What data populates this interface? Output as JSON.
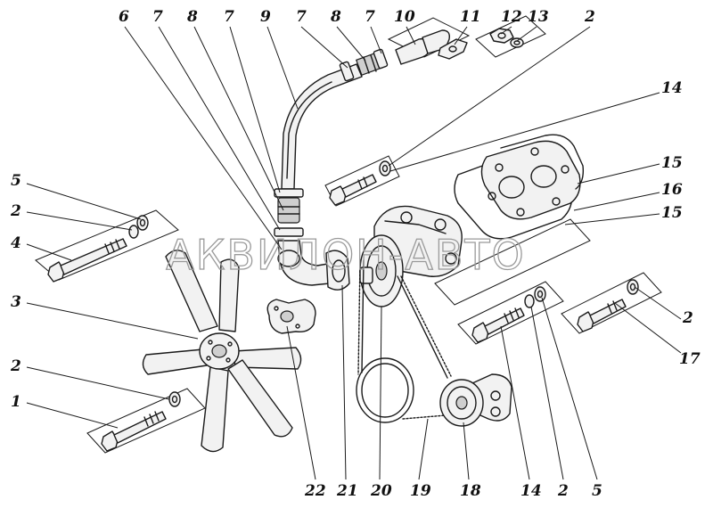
{
  "watermark": "АКВИЛОН-АВТО",
  "callouts": {
    "c1": "1",
    "c2a": "2",
    "c2b": "2",
    "c2c": "2",
    "c2d": "2",
    "c2e": "2",
    "c3": "3",
    "c4": "4",
    "c5a": "5",
    "c5b": "5",
    "c6": "6",
    "c7a": "7",
    "c7b": "7",
    "c7c": "7",
    "c7d": "7",
    "c8a": "8",
    "c8b": "8",
    "c9": "9",
    "c10": "10",
    "c11": "11",
    "c12": "12",
    "c13": "13",
    "c14a": "14",
    "c14b": "14",
    "c15a": "15",
    "c15b": "15",
    "c16": "16",
    "c17": "17",
    "c18": "18",
    "c19": "19",
    "c20": "20",
    "c21": "21",
    "c22": "22"
  }
}
